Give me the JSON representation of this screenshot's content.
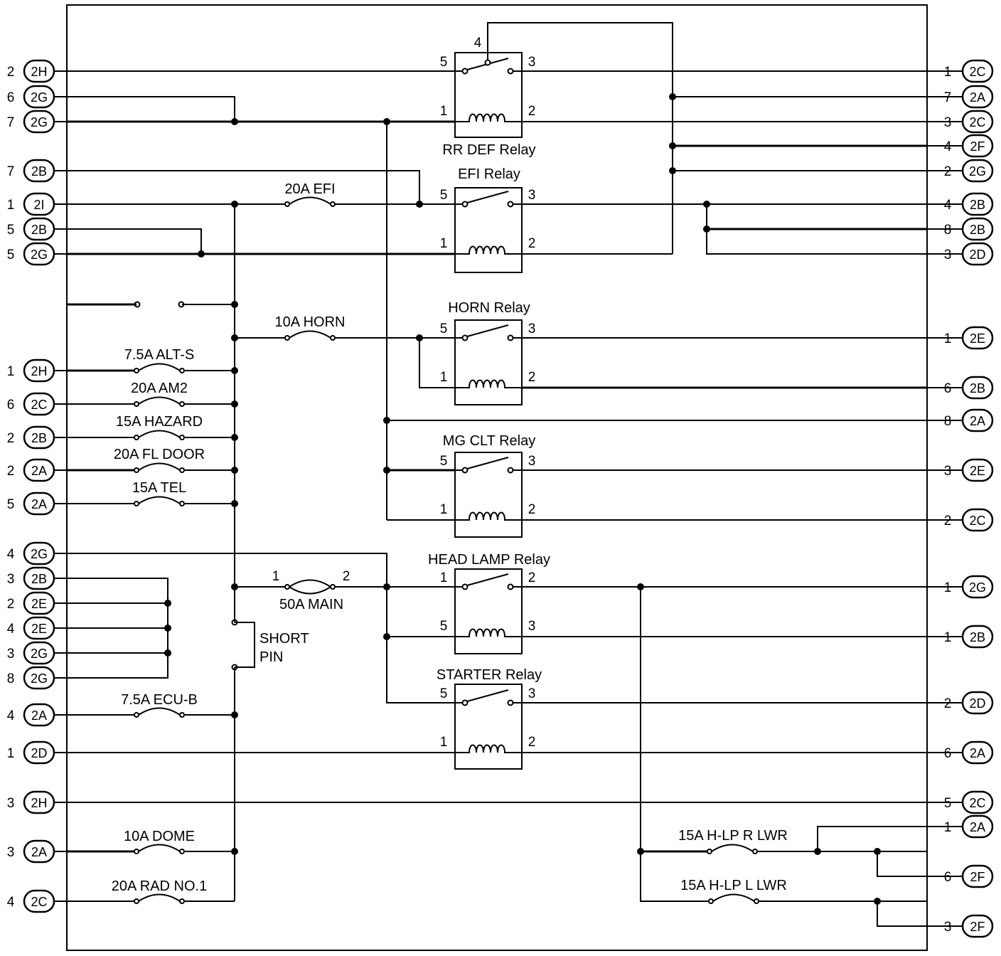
{
  "fuses": {
    "efi": "20A EFI",
    "horn": "10A HORN",
    "alt_s": "7.5A ALT-S",
    "am2": "20A AM2",
    "hazard": "15A HAZARD",
    "fl_door": "20A FL DOOR",
    "tel": "15A TEL",
    "main": "50A MAIN",
    "ecu_b": "7.5A ECU-B",
    "dome": "10A DOME",
    "rad1": "20A RAD NO.1",
    "hlp_r": "15A H-LP R LWR",
    "hlp_l": "15A H-LP L LWR"
  },
  "relays": {
    "rr_def": "RR DEF Relay",
    "efi": "EFI Relay",
    "horn": "HORN Relay",
    "mg_clt": "MG CLT Relay",
    "head_lamp": "HEAD LAMP Relay",
    "starter": "STARTER Relay"
  },
  "short_pin": {
    "line1": "SHORT",
    "line2": "PIN"
  },
  "pins": [
    "1",
    "2",
    "3",
    "4",
    "5"
  ],
  "left_connectors": [
    {
      "pin": "2",
      "code": "2H"
    },
    {
      "pin": "6",
      "code": "2G"
    },
    {
      "pin": "7",
      "code": "2G"
    },
    {
      "pin": "7",
      "code": "2B"
    },
    {
      "pin": "1",
      "code": "2I"
    },
    {
      "pin": "5",
      "code": "2B"
    },
    {
      "pin": "5",
      "code": "2G"
    },
    {
      "pin": "1",
      "code": "2H"
    },
    {
      "pin": "6",
      "code": "2C"
    },
    {
      "pin": "2",
      "code": "2B"
    },
    {
      "pin": "2",
      "code": "2A"
    },
    {
      "pin": "5",
      "code": "2A"
    },
    {
      "pin": "4",
      "code": "2G"
    },
    {
      "pin": "3",
      "code": "2B"
    },
    {
      "pin": "2",
      "code": "2E"
    },
    {
      "pin": "4",
      "code": "2E"
    },
    {
      "pin": "3",
      "code": "2G"
    },
    {
      "pin": "8",
      "code": "2G"
    },
    {
      "pin": "4",
      "code": "2A"
    },
    {
      "pin": "1",
      "code": "2D"
    },
    {
      "pin": "3",
      "code": "2H"
    },
    {
      "pin": "3",
      "code": "2A"
    },
    {
      "pin": "4",
      "code": "2C"
    }
  ],
  "right_connectors": [
    {
      "pin": "1",
      "code": "2C"
    },
    {
      "pin": "7",
      "code": "2A"
    },
    {
      "pin": "3",
      "code": "2C"
    },
    {
      "pin": "4",
      "code": "2F"
    },
    {
      "pin": "2",
      "code": "2G"
    },
    {
      "pin": "4",
      "code": "2B"
    },
    {
      "pin": "8",
      "code": "2B"
    },
    {
      "pin": "3",
      "code": "2D"
    },
    {
      "pin": "1",
      "code": "2E"
    },
    {
      "pin": "6",
      "code": "2B"
    },
    {
      "pin": "8",
      "code": "2A"
    },
    {
      "pin": "3",
      "code": "2E"
    },
    {
      "pin": "2",
      "code": "2C"
    },
    {
      "pin": "1",
      "code": "2G"
    },
    {
      "pin": "1",
      "code": "2B"
    },
    {
      "pin": "2",
      "code": "2D"
    },
    {
      "pin": "6",
      "code": "2A"
    },
    {
      "pin": "5",
      "code": "2C"
    },
    {
      "pin": "1",
      "code": "2A"
    },
    {
      "pin": "6",
      "code": "2F"
    },
    {
      "pin": "3",
      "code": "2F"
    }
  ]
}
